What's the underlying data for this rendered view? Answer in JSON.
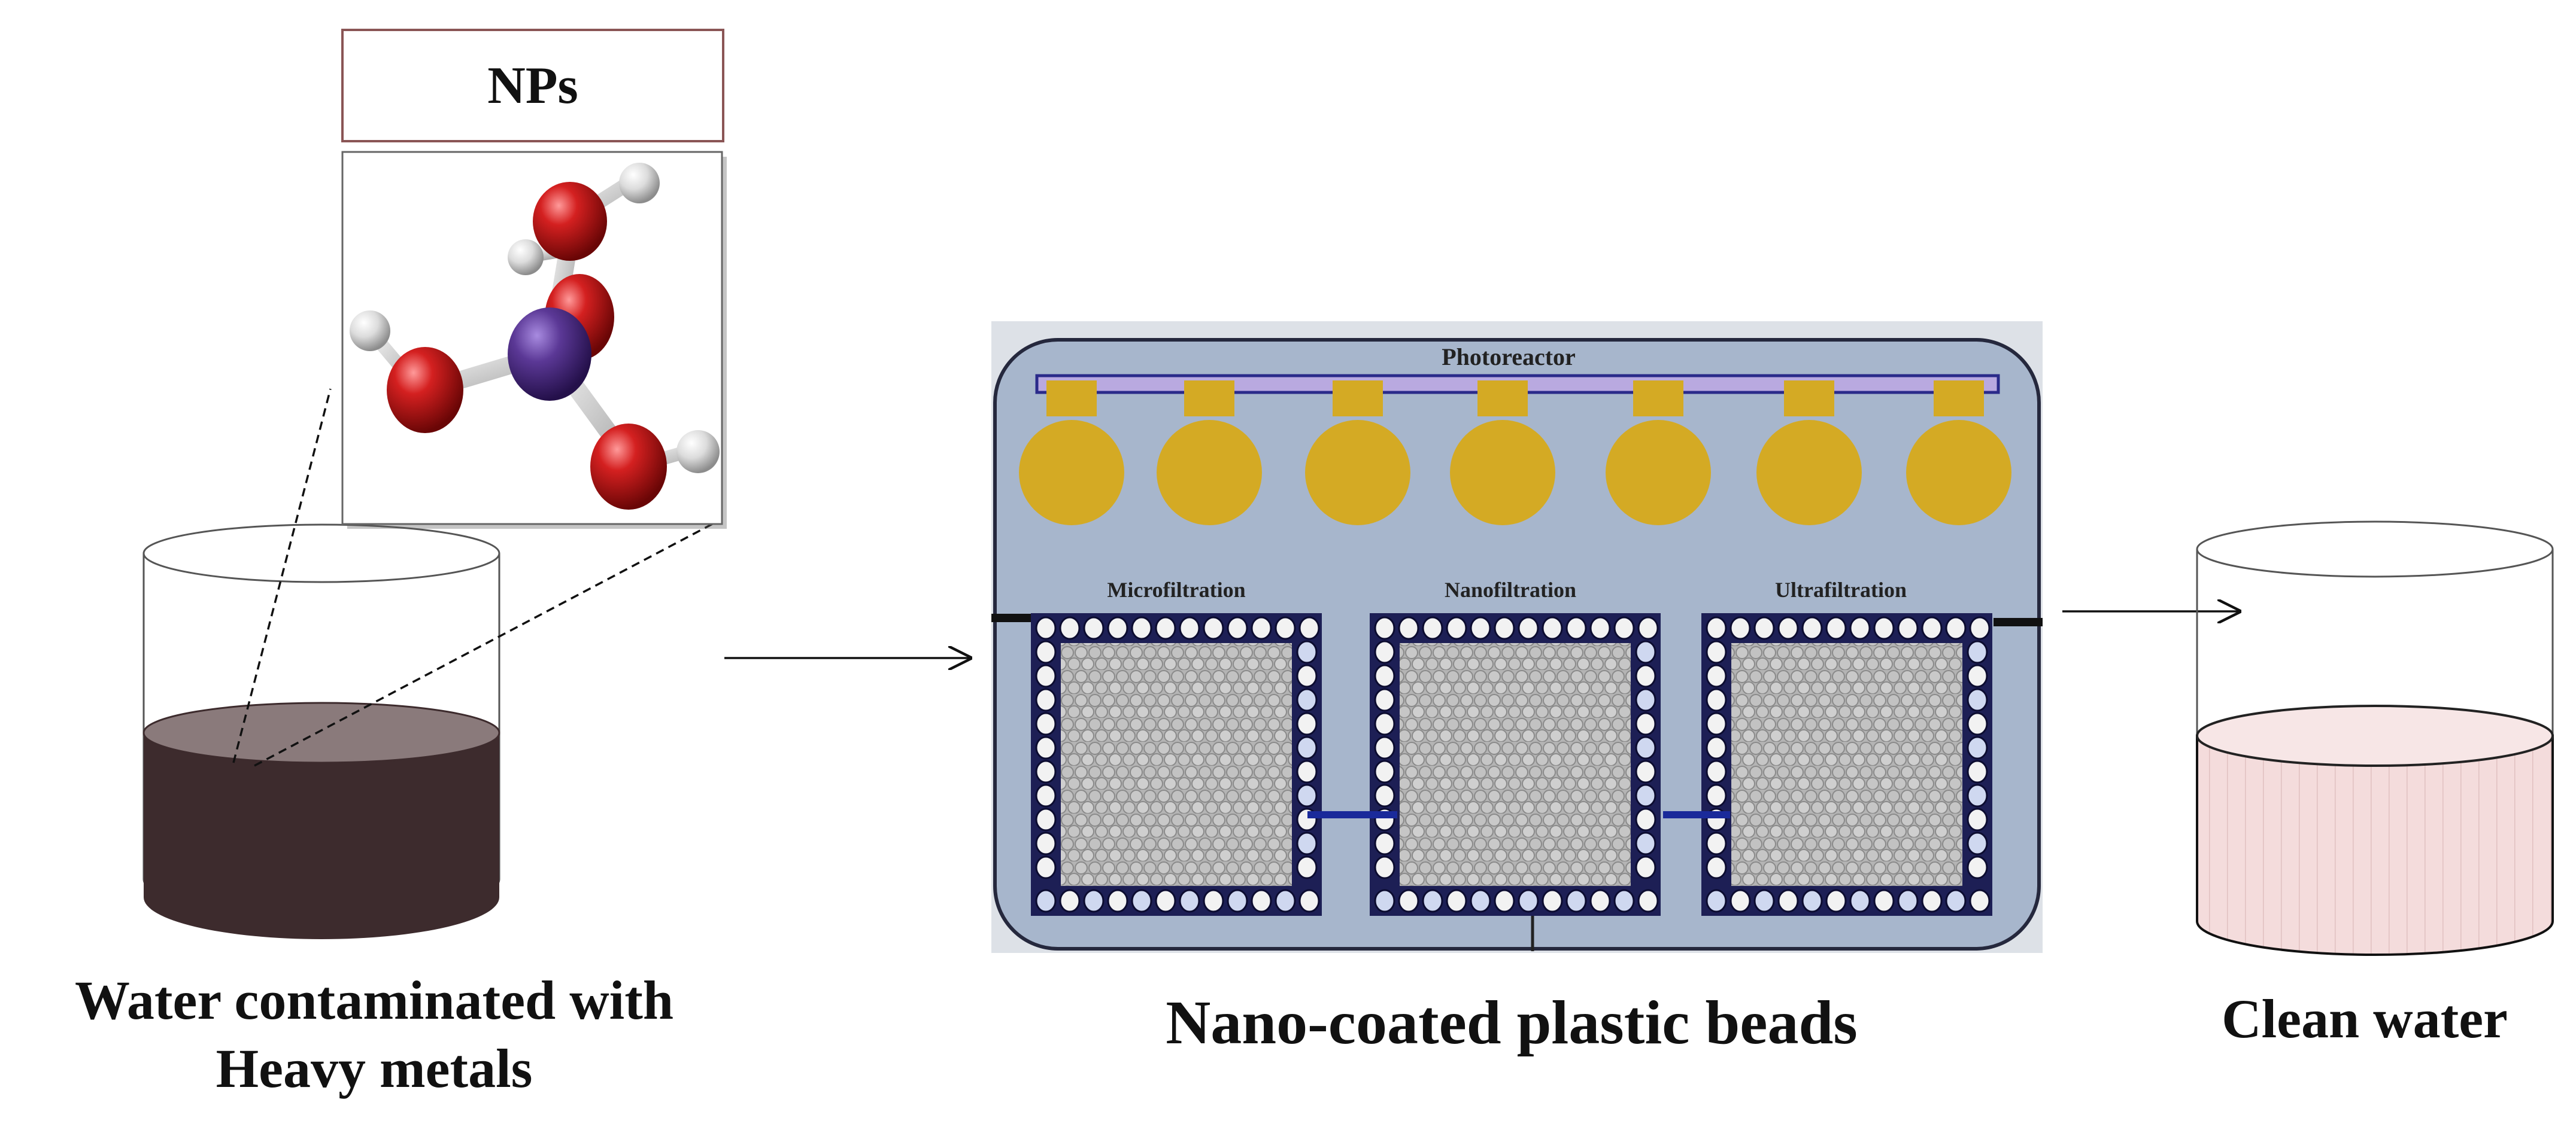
{
  "np_box": {
    "label": "NPs"
  },
  "beaker_left": {
    "caption_line1": "Water contaminated with",
    "caption_line2": "Heavy metals",
    "liquid_color": "#3d2b2d",
    "liquid_top_color": "#8a7a7b"
  },
  "photoreactor": {
    "title": "Photoreactor",
    "stages": [
      "Microfiltration",
      "Nanofiltration",
      "Ultrafiltration"
    ],
    "frame_fill": "#a7b6cc",
    "lamp_color": "#d4aa24",
    "bar_color": "#b9a9e0",
    "bead_outline": "#1d1f55",
    "caption": "Nano-coated plastic beads"
  },
  "beaker_right": {
    "caption": "Clean water",
    "liquid_color": "#f4dcdc"
  },
  "molecule": {
    "center_color": "#5b3896",
    "oxygen_color": "#c41818",
    "hydrogen_color": "#e6e6e6"
  }
}
